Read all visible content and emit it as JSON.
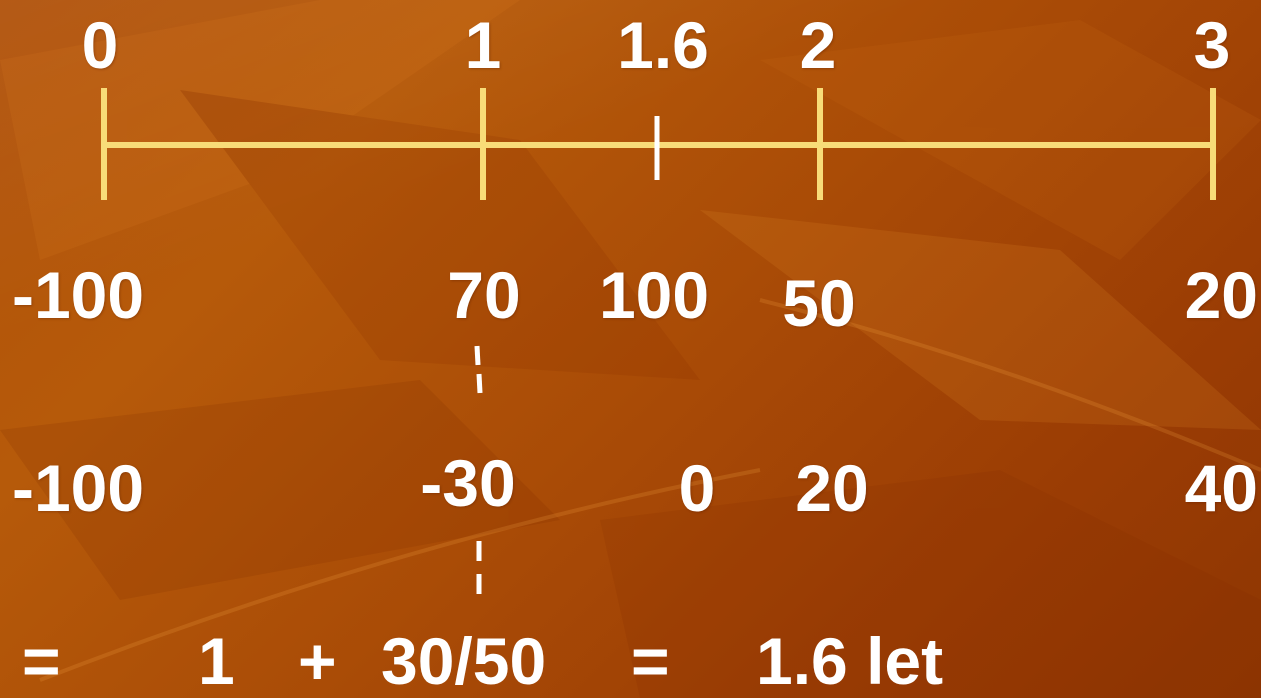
{
  "axis_ticks": [
    "0",
    "1",
    "1.6",
    "2",
    "3"
  ],
  "row_one": [
    "-100",
    "70",
    "100",
    "50",
    "20"
  ],
  "row_two": [
    "-100",
    "-30",
    "0",
    "20",
    "40"
  ],
  "equation": {
    "eq1": "=",
    "one": "1",
    "plus": "+",
    "fraction": "30/50",
    "eq2": "=",
    "result": "1.6 let"
  },
  "colors": {
    "line": "#f8dc78",
    "text": "#ffffff",
    "background": "#b05008"
  }
}
